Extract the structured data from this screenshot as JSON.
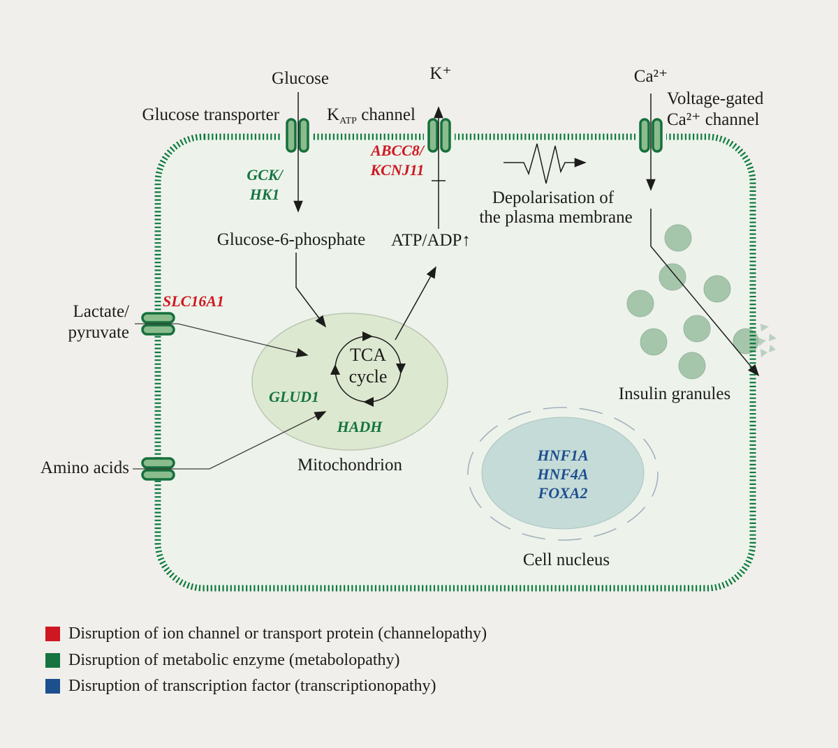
{
  "diagram": {
    "labels": {
      "glucose": "Glucose",
      "glucose_transporter": "Glucose transporter",
      "katp_k": "K",
      "katp_sub": "ATP",
      "katp_rest": " channel",
      "k_ion": "K⁺",
      "ca_ion": "Ca²⁺",
      "voltage_gated_1": "Voltage-gated",
      "voltage_gated_2": "Ca²⁺ channel",
      "g6p": "Glucose-6-phosphate",
      "atp_adp": "ATP/ADP↑",
      "depolarisation_1": "Depolarisation of",
      "depolarisation_2": "the plasma membrane",
      "lactate_1": "Lactate/",
      "lactate_2": "pyruvate",
      "amino_acids": "Amino acids",
      "tca_1": "TCA",
      "tca_2": "cycle",
      "mitochondrion": "Mitochondrion",
      "insulin_granules": "Insulin granules",
      "cell_nucleus": "Cell nucleus"
    },
    "genes": {
      "gck": "GCK/",
      "hk1": "HK1",
      "abcc8": "ABCC8/",
      "kcnj11": "KCNJ11",
      "slc16a1": "SLC16A1",
      "glud1": "GLUD1",
      "hadh": "HADH",
      "hnf1a": "HNF1A",
      "hnf4a": "HNF4A",
      "foxa2": "FOXA2"
    }
  },
  "legend": {
    "items": [
      {
        "color": "#ce1721",
        "label": "Disruption of ion channel or transport protein (channelopathy)"
      },
      {
        "color": "#15743f",
        "label": "Disruption of metabolic enzyme (metabolopathy)"
      },
      {
        "color": "#1c4f8e",
        "label": "Disruption of transcription factor (transcriptionopathy)"
      }
    ]
  },
  "colors": {
    "channelopathy_red": "#ce1721",
    "metabolopathy_green": "#15743f",
    "transcriptionopathy_blue": "#1c4f8e",
    "membrane_green": "#0d7a3e",
    "background": "#f0efeb",
    "cell_fill": "#edf3eb",
    "mitochondrion_fill": "#dde8d1",
    "granule_fill": "#a6c6ac",
    "nucleus_fill": "#c5dbd7",
    "text": "#1c1c1a"
  }
}
